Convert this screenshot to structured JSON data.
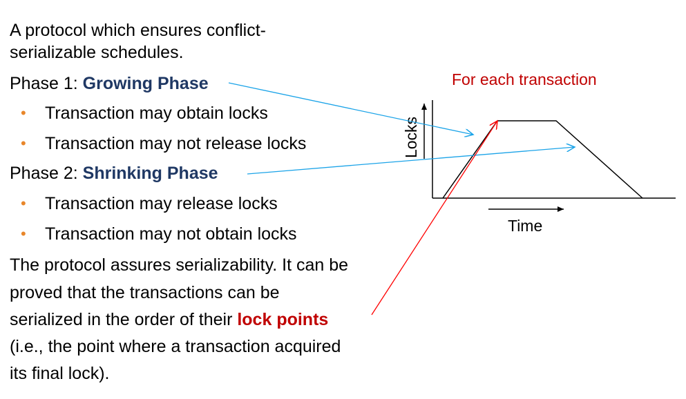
{
  "intro": {
    "line1": "A protocol which ensures conflict-",
    "line2": "serializable schedules."
  },
  "phase1": {
    "prefix": "Phase 1: ",
    "name": "Growing Phase",
    "bullets": [
      "Transaction may obtain locks",
      "Transaction may not release locks"
    ]
  },
  "phase2": {
    "prefix": "Phase 2: ",
    "name": "Shrinking Phase",
    "bullets": [
      "Transaction may release locks",
      "Transaction may not obtain locks"
    ]
  },
  "conclusion": {
    "line1": "The protocol assures serializability. It can be",
    "line2": "proved that the transactions can be",
    "line3_prefix": "serialized in the order of their ",
    "line3_highlight": "lock points",
    "line4": "(i.e., the point where a transaction acquired",
    "line5": "its final lock)."
  },
  "diagram": {
    "caption": "For each transaction",
    "y_axis_label": "Locks",
    "x_axis_label": "Time"
  },
  "colors": {
    "phase_name": "#1f3864",
    "lock_points": "#c00000",
    "caption": "#c00000",
    "bullet": "#e8862a",
    "blue_arrow": "#1aa3e8",
    "red_arrow": "#ff0000"
  }
}
